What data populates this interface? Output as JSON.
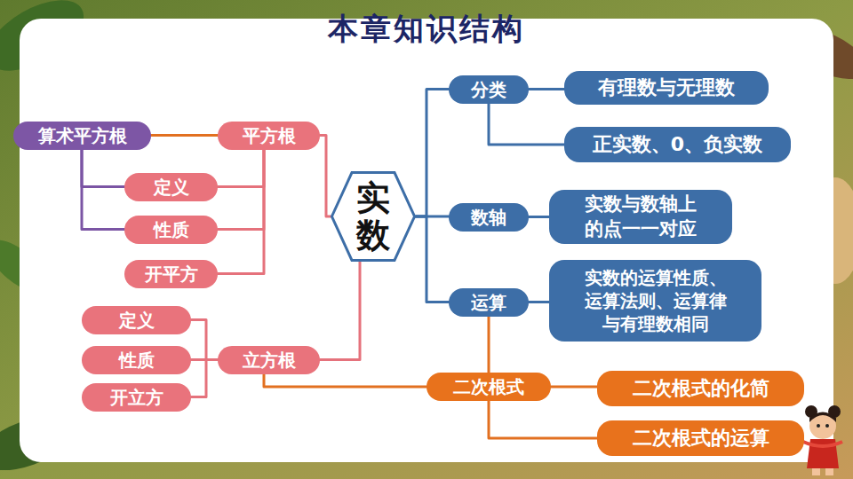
{
  "diagram": {
    "title": "本章知识结构",
    "nodes": [
      {
        "text": [
          "算术平方根"
        ]
      },
      {
        "text": [
          "平方根"
        ]
      },
      {
        "text": [
          "定义"
        ]
      },
      {
        "text": [
          "性质"
        ]
      },
      {
        "text": [
          "开平方"
        ]
      },
      {
        "text": [
          "定义"
        ]
      },
      {
        "text": [
          "性质"
        ]
      },
      {
        "text": [
          "开立方"
        ]
      },
      {
        "text": [
          "立方根"
        ]
      },
      {
        "text": [
          "实数"
        ]
      },
      {
        "text": [
          "分类"
        ]
      },
      {
        "text": [
          "有理数与无理数"
        ]
      },
      {
        "text": [
          "正实数、0、负实数"
        ]
      },
      {
        "text": [
          "数轴"
        ]
      },
      {
        "text": [
          "实数与数轴上 的点一一对应"
        ]
      },
      {
        "text": [
          "运算"
        ]
      },
      {
        "text": [
          "实数的运算性质、 运算法则、运算律 与有理数相同"
        ]
      },
      {
        "text": [
          "二次根式"
        ]
      },
      {
        "text": [
          "二次根式的化简"
        ]
      },
      {
        "text": [
          "二次根式的运算"
        ]
      }
    ],
    "edges": [
      {
        "from": 1,
        "to": 9,
        "arrow": "none"
      },
      {
        "from": 8,
        "to": 9,
        "arrow": "none"
      },
      {
        "from": 0,
        "to": 1,
        "arrow": "none"
      },
      {
        "from": 0,
        "to": 2,
        "arrow": "none"
      },
      {
        "from": 0,
        "to": 3,
        "arrow": "none"
      },
      {
        "from": 1,
        "to": 2,
        "arrow": "none"
      },
      {
        "from": 1,
        "to": 3,
        "arrow": "none"
      },
      {
        "from": 1,
        "to": 4,
        "arrow": "none"
      },
      {
        "from": 8,
        "to": 17,
        "arrow": "none"
      },
      {
        "from": 8,
        "to": 5,
        "arrow": "none"
      },
      {
        "from": 8,
        "to": 6,
        "arrow": "none"
      },
      {
        "from": 8,
        "to": 7,
        "arrow": "none"
      },
      {
        "from": 9,
        "to": 10,
        "arrow": "none"
      },
      {
        "from": 9,
        "to": 13,
        "arrow": "none"
      },
      {
        "from": 9,
        "to": 15,
        "arrow": "none"
      },
      {
        "from": 10,
        "to": 11,
        "arrow": "none"
      },
      {
        "from": 10,
        "to": 12,
        "arrow": "none"
      },
      {
        "from": 13,
        "to": 14,
        "arrow": "none"
      },
      {
        "from": 15,
        "to": 16,
        "arrow": "none"
      },
      {
        "from": 15,
        "to": 17,
        "arrow": "none"
      },
      {
        "from": 17,
        "to": 18,
        "arrow": "none"
      },
      {
        "from": 17,
        "to": 19,
        "arrow": "none"
      }
    ]
  }
}
